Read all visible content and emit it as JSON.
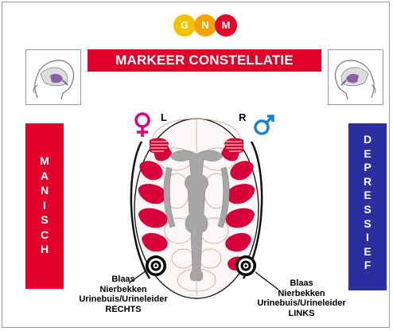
{
  "logo": {
    "letters": [
      "G",
      "N",
      "M"
    ]
  },
  "title": "MARKEER CONSTELLATIE",
  "sidebars": {
    "left": {
      "text": "MANISCH",
      "color": "#e3002b"
    },
    "right": {
      "text": "DEPRESSIEF",
      "color": "#2b2e9e"
    }
  },
  "hemispheres": {
    "left": "L",
    "right": "R"
  },
  "icons": {
    "female": "female-symbol-icon",
    "male": "male-symbol-icon"
  },
  "labels": {
    "left": [
      "Blaas",
      "Nierbekken",
      "Urinebuis/Urineleider",
      "RECHTS"
    ],
    "right": [
      "Blaas",
      "Nierbekken",
      "Urinebuis/Urineleider",
      "LINKS"
    ]
  },
  "colors": {
    "red": "#e0002a",
    "blue": "#2b2e9e",
    "female": "#e0007a",
    "male": "#1e7fd0"
  }
}
